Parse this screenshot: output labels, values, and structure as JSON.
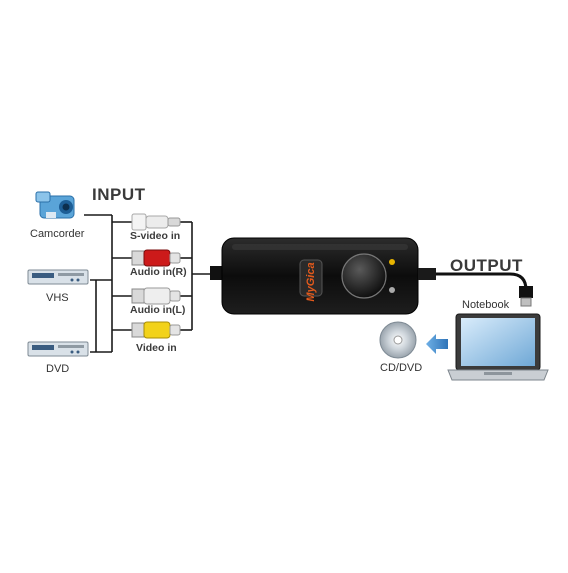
{
  "headings": {
    "input": "INPUT",
    "output": "OUTPUT"
  },
  "sources": [
    {
      "name": "Camcorder",
      "icon": "camcorder-icon"
    },
    {
      "name": "VHS",
      "icon": "vhs-player-icon"
    },
    {
      "name": "DVD",
      "icon": "dvd-player-icon"
    }
  ],
  "connectors": [
    {
      "label": "S-video in",
      "color": "#e8e8e8",
      "icon": "s-video-plug-icon"
    },
    {
      "label": "Audio in(R)",
      "color": "#cc1a1a",
      "icon": "rca-red-plug-icon"
    },
    {
      "label": "Audio in(L)",
      "color": "#e6e6e6",
      "icon": "rca-white-plug-icon"
    },
    {
      "label": "Video in",
      "color": "#f2d21a",
      "icon": "rca-yellow-plug-icon"
    }
  ],
  "device": {
    "brand": "MyGica"
  },
  "outputs": {
    "notebook": "Notebook",
    "disc": "CD/DVD"
  },
  "colors": {
    "arrow": "#3d86c6",
    "line": "#1a1a1a",
    "device": "#111111"
  }
}
